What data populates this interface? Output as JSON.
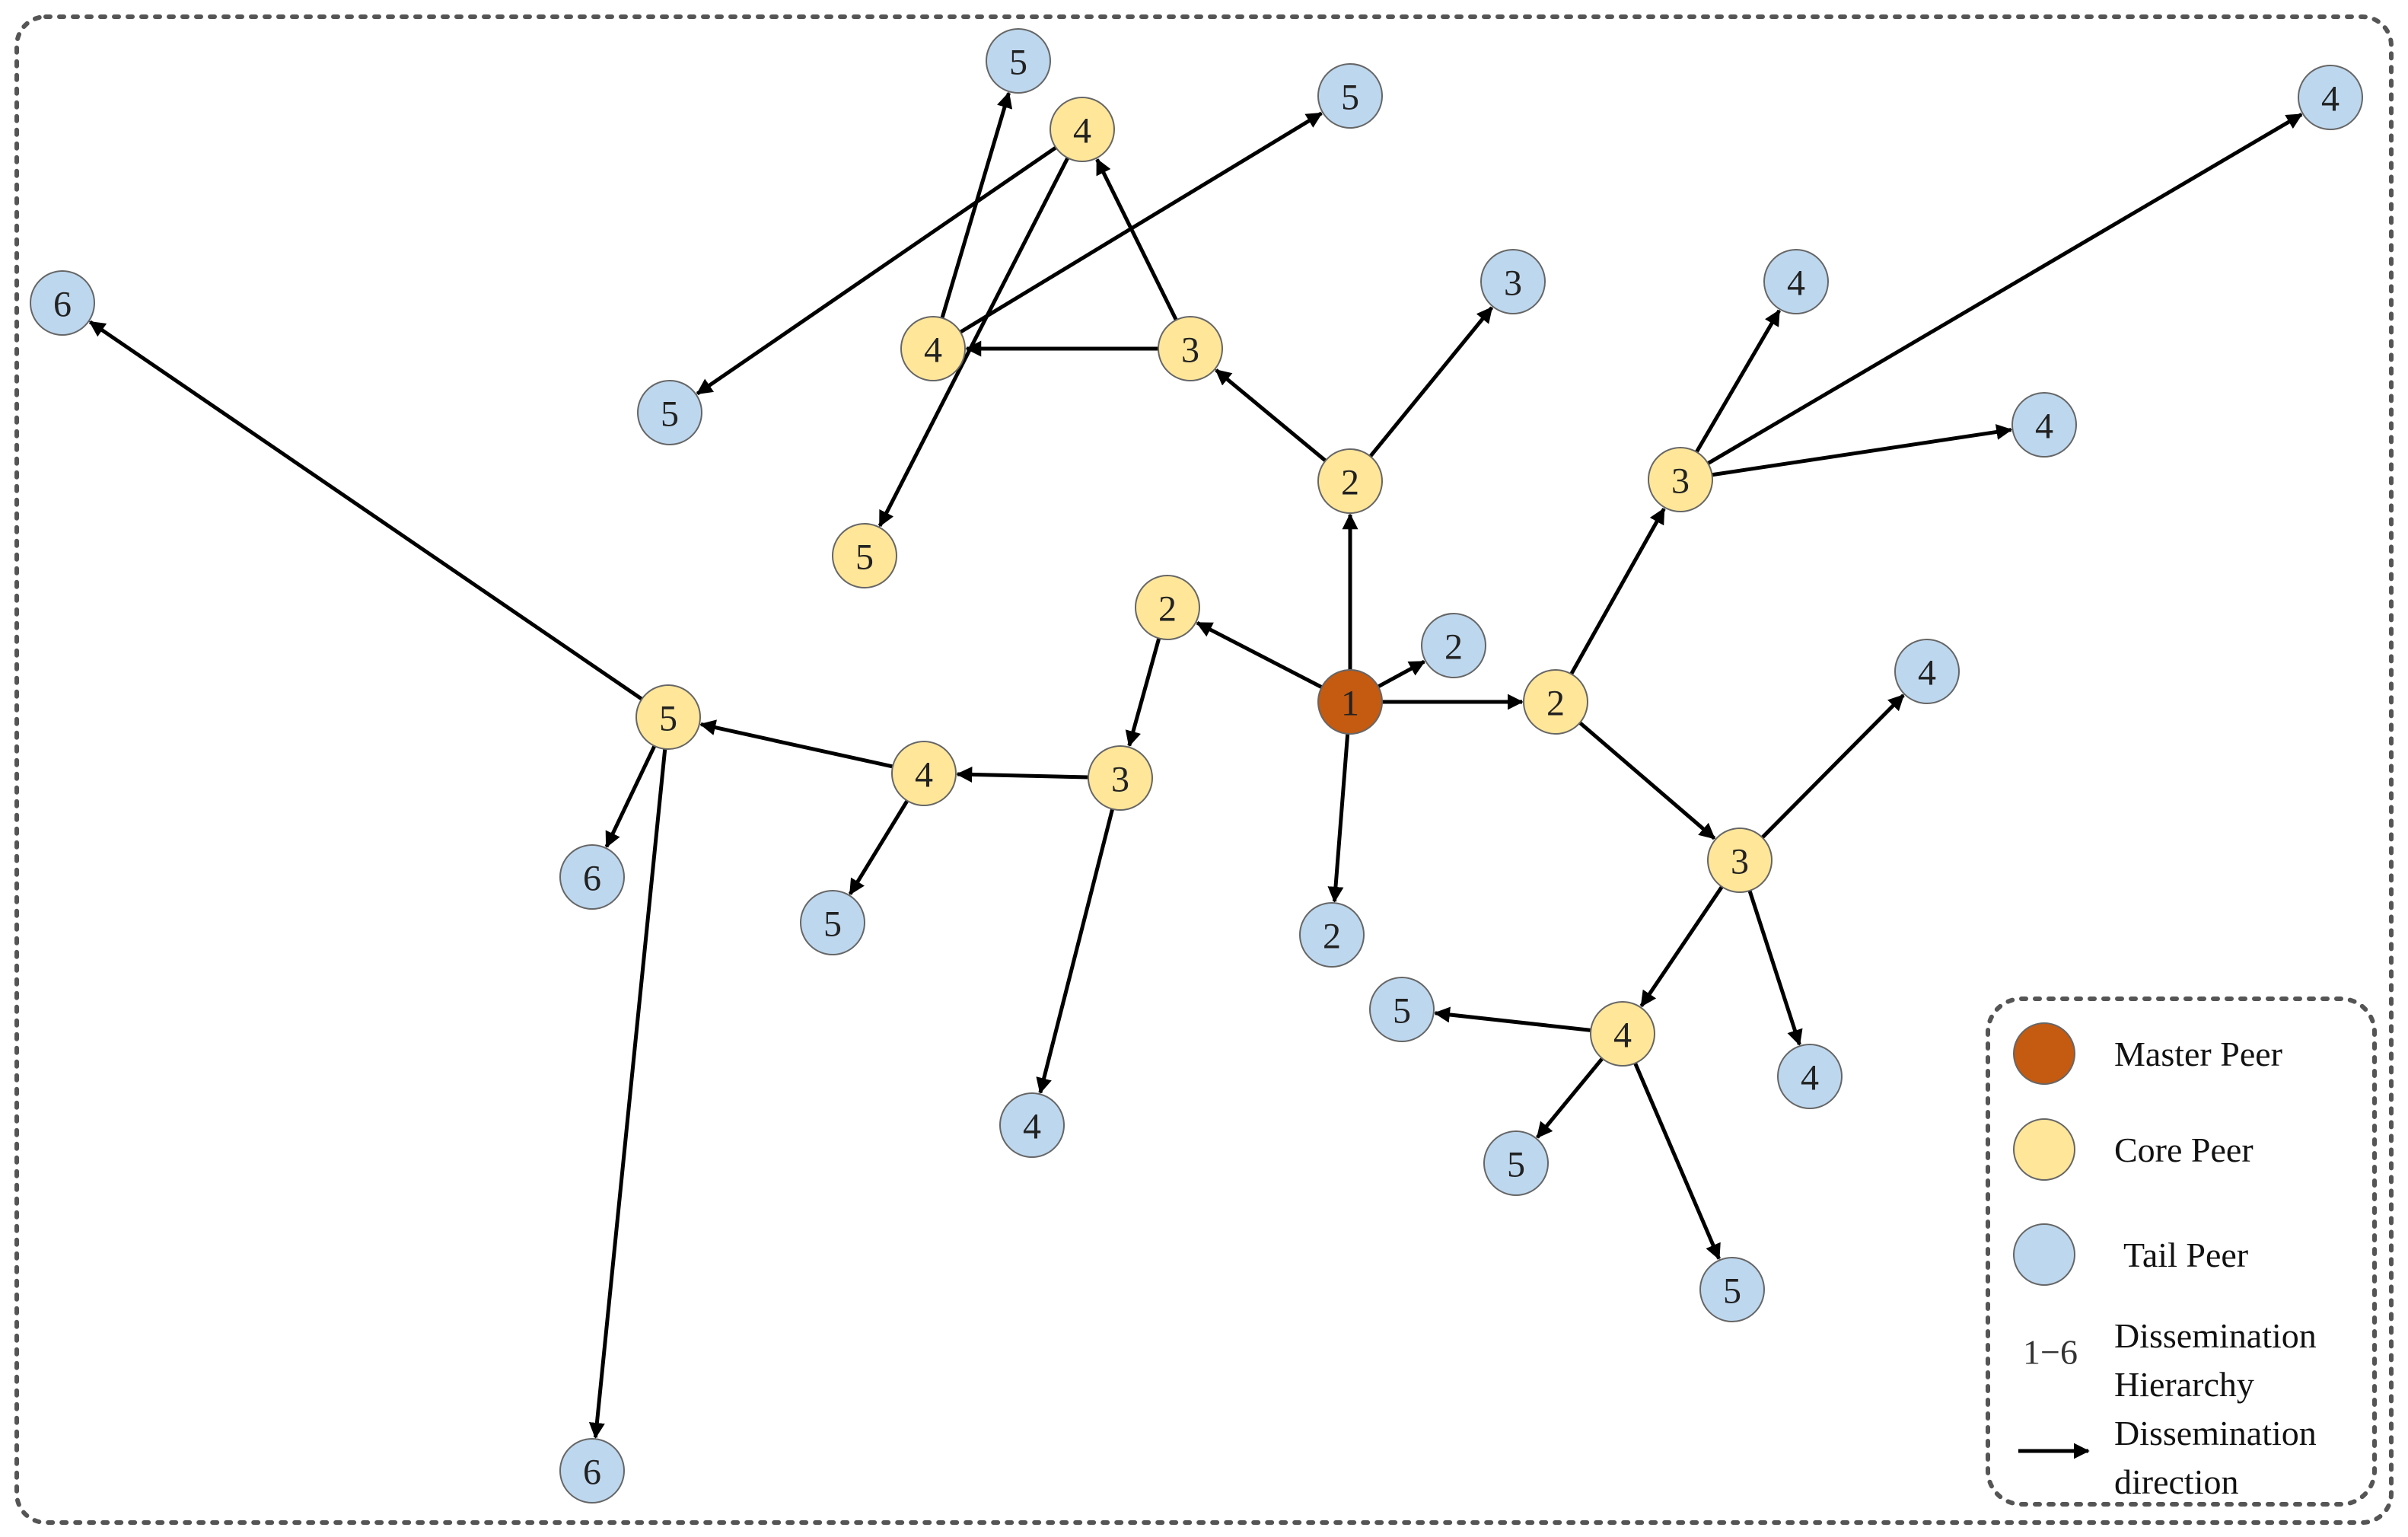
{
  "colors": {
    "master": "#C55A11",
    "core": "#FFE699",
    "tail": "#BDD7EE",
    "master_text": "#FFFFFF",
    "text": "#222222"
  },
  "legend": {
    "master": "Master Peer",
    "core": "Core Peer",
    "tail": "Tail Peer",
    "hierarchy_symbol": "1−6",
    "hierarchy_line1": "Dissemination",
    "hierarchy_line2": "Hierarchy",
    "direction_line1": "Dissemination",
    "direction_line2": "direction"
  },
  "nodes": [
    {
      "id": "n1",
      "label": "1",
      "type": "master"
    },
    {
      "id": "n2a",
      "label": "2",
      "type": "core"
    },
    {
      "id": "n2b",
      "label": "2",
      "type": "core"
    },
    {
      "id": "n2c",
      "label": "2",
      "type": "core"
    },
    {
      "id": "n2d",
      "label": "2",
      "type": "tail"
    },
    {
      "id": "n2e",
      "label": "2",
      "type": "tail"
    },
    {
      "id": "n3a",
      "label": "3",
      "type": "core"
    },
    {
      "id": "n3b",
      "label": "3",
      "type": "tail"
    },
    {
      "id": "n4a",
      "label": "4",
      "type": "core"
    },
    {
      "id": "n4b",
      "label": "4",
      "type": "core"
    },
    {
      "id": "n5a",
      "label": "5",
      "type": "tail"
    },
    {
      "id": "n5b",
      "label": "5",
      "type": "tail"
    },
    {
      "id": "n5c",
      "label": "5",
      "type": "tail"
    },
    {
      "id": "n5d",
      "label": "5",
      "type": "core"
    },
    {
      "id": "n3c",
      "label": "3",
      "type": "core"
    },
    {
      "id": "n4c",
      "label": "4",
      "type": "core"
    },
    {
      "id": "n5e",
      "label": "5",
      "type": "core"
    },
    {
      "id": "n6a",
      "label": "6",
      "type": "tail"
    },
    {
      "id": "n6b",
      "label": "6",
      "type": "tail"
    },
    {
      "id": "n6c",
      "label": "6",
      "type": "tail"
    },
    {
      "id": "n5f",
      "label": "5",
      "type": "tail"
    },
    {
      "id": "n4d",
      "label": "4",
      "type": "tail"
    },
    {
      "id": "n3d",
      "label": "3",
      "type": "core"
    },
    {
      "id": "n4e",
      "label": "4",
      "type": "tail"
    },
    {
      "id": "n4f",
      "label": "4",
      "type": "tail"
    },
    {
      "id": "n4g",
      "label": "4",
      "type": "tail"
    },
    {
      "id": "n3e",
      "label": "3",
      "type": "core"
    },
    {
      "id": "n4h",
      "label": "4",
      "type": "tail"
    },
    {
      "id": "n4i",
      "label": "4",
      "type": "tail"
    },
    {
      "id": "n4j",
      "label": "4",
      "type": "core"
    },
    {
      "id": "n5g",
      "label": "5",
      "type": "tail"
    },
    {
      "id": "n5h",
      "label": "5",
      "type": "tail"
    },
    {
      "id": "n5i",
      "label": "5",
      "type": "tail"
    }
  ],
  "edges": [
    [
      "n1",
      "n2a"
    ],
    [
      "n1",
      "n2b"
    ],
    [
      "n1",
      "n2c"
    ],
    [
      "n1",
      "n2d"
    ],
    [
      "n1",
      "n2e"
    ],
    [
      "n2a",
      "n3a"
    ],
    [
      "n2a",
      "n3b"
    ],
    [
      "n3a",
      "n4a"
    ],
    [
      "n3a",
      "n4b"
    ],
    [
      "n4a",
      "n5a"
    ],
    [
      "n4a",
      "n5b"
    ],
    [
      "n4b",
      "n5c"
    ],
    [
      "n4b",
      "n5d"
    ],
    [
      "n2b",
      "n3c"
    ],
    [
      "n3c",
      "n4c"
    ],
    [
      "n3c",
      "n4d"
    ],
    [
      "n4c",
      "n5e"
    ],
    [
      "n4c",
      "n5f"
    ],
    [
      "n5e",
      "n6a"
    ],
    [
      "n5e",
      "n6b"
    ],
    [
      "n5e",
      "n6c"
    ],
    [
      "n2c",
      "n3d"
    ],
    [
      "n2c",
      "n3e"
    ],
    [
      "n3d",
      "n4e"
    ],
    [
      "n3d",
      "n4f"
    ],
    [
      "n3d",
      "n4g"
    ],
    [
      "n3e",
      "n4h"
    ],
    [
      "n3e",
      "n4i"
    ],
    [
      "n3e",
      "n4j"
    ],
    [
      "n4j",
      "n5g"
    ],
    [
      "n4j",
      "n5h"
    ],
    [
      "n4j",
      "n5i"
    ]
  ]
}
